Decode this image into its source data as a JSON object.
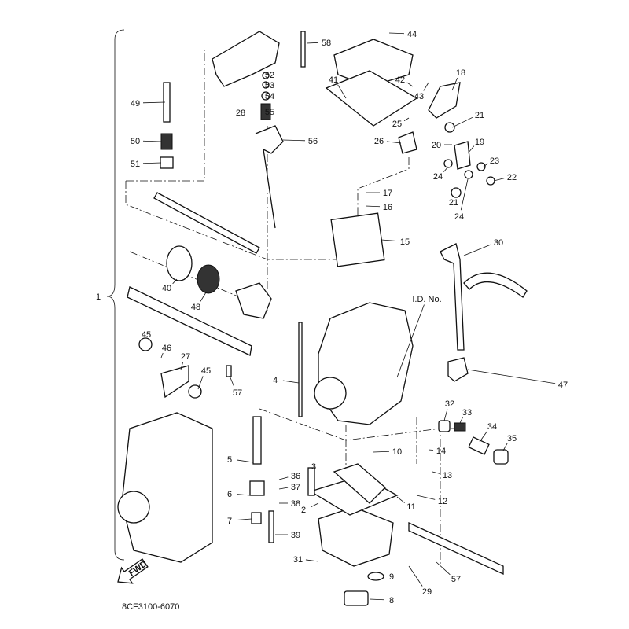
{
  "diagram": {
    "part_labels": [
      "58",
      "44",
      "52",
      "53",
      "54",
      "55",
      "42",
      "43",
      "18",
      "49",
      "28",
      "41",
      "25",
      "21",
      "56",
      "50",
      "26",
      "20",
      "19",
      "51",
      "23",
      "22",
      "24",
      "17",
      "16",
      "21",
      "24",
      "15",
      "30",
      "40",
      "48",
      "I.D. No.",
      "1",
      "45",
      "46",
      "27",
      "45",
      "57",
      "4",
      "47",
      "32",
      "33",
      "34",
      "35",
      "5",
      "10",
      "14",
      "3",
      "36",
      "37",
      "13",
      "6",
      "38",
      "12",
      "11",
      "2",
      "7",
      "39",
      "31",
      "57",
      "9",
      "29",
      "8"
    ],
    "fwd_arrow_text": "FWD",
    "drawing_code": "8CF3100-6070"
  }
}
